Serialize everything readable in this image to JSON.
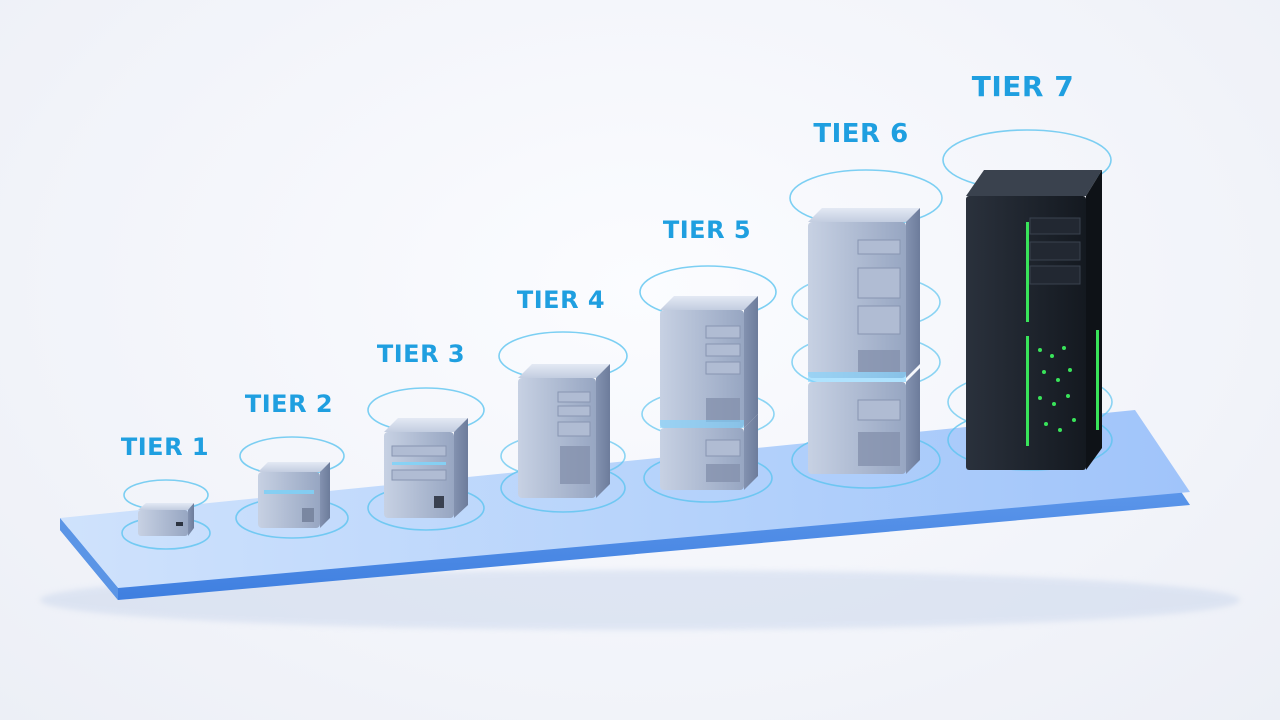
{
  "scene": {
    "tiers": [
      {
        "label": "TIER 1",
        "icon": "mini-pc-icon"
      },
      {
        "label": "TIER 2",
        "icon": "small-server-icon"
      },
      {
        "label": "TIER 3",
        "icon": "cube-server-icon"
      },
      {
        "label": "TIER 4",
        "icon": "tower-server-icon"
      },
      {
        "label": "TIER 5",
        "icon": "stacked-tower-server-icon"
      },
      {
        "label": "TIER 6",
        "icon": "tall-stacked-server-icon"
      },
      {
        "label": "TIER 7",
        "icon": "rack-server-icon"
      }
    ],
    "colors": {
      "label": "#1f9fe0",
      "platform_top": "#b9d6fb",
      "platform_front": "#4f8fea",
      "ring": "#5cc4f0",
      "chassis": "#a9b6cf",
      "tier7_chassis": "#1c2128",
      "tier7_accent": "#39e45a"
    }
  }
}
